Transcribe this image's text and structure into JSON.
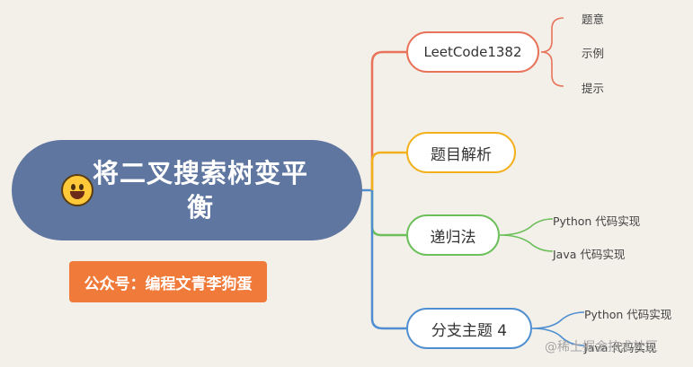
{
  "root": {
    "title": "将二叉搜索树变平衡",
    "emoji_icon": "grinning-tongue-emoji-icon"
  },
  "badge": {
    "label": "公众号：编程文青李狗蛋",
    "color": "#f07a3a"
  },
  "branches": [
    {
      "label": "LeetCode1382",
      "color": "#e8735a",
      "children": [
        "题意",
        "示例",
        "提示"
      ]
    },
    {
      "label": "题目解析",
      "color": "#f2b11c",
      "children": []
    },
    {
      "label": "递归法",
      "color": "#6cbf5a",
      "children": [
        "Python 代码实现",
        "Java 代码实现"
      ]
    },
    {
      "label": "分支主题 4",
      "color": "#4f8fd1",
      "children": [
        "Python 代码实现",
        "Java 代码实现"
      ]
    }
  ],
  "watermark": "@稀土掘金技术社区"
}
